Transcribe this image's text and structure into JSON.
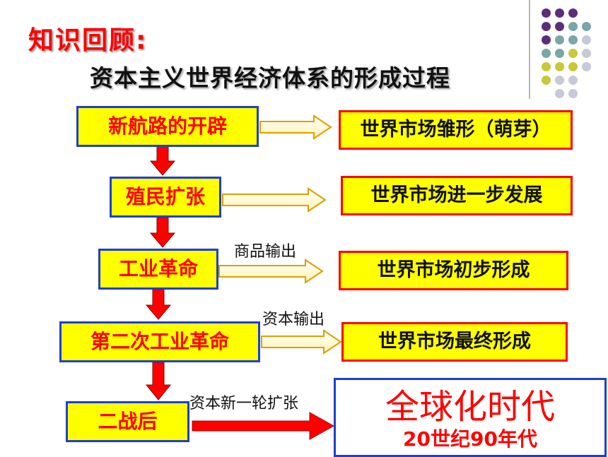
{
  "heading": "知识回顾:",
  "subtitle": "资本主义世界经济体系的形成过程",
  "left_steps": [
    "新航路的开辟",
    "殖民扩张",
    "工业革命",
    "第二次工业革命",
    "二战后"
  ],
  "right_stages": [
    "世界市场雏形（萌芽）",
    "世界市场进一步发展",
    "世界市场初步形成",
    "世界市场最终形成"
  ],
  "arrow_notes": [
    "商品输出",
    "资本输出",
    "资本新一轮扩张"
  ],
  "final_box": {
    "title": "全球化时代",
    "subtitle": "20世纪90年代"
  },
  "colors": {
    "box_fill": "#ffff00",
    "left_border": "#1e3fd1",
    "right_border": "#ff0000",
    "red_text": "#ff0000",
    "dot_purple": "#5b2d7a",
    "dot_teal": "#7aa6a6",
    "dot_olive": "#c8c83a",
    "dot_gray": "#c7c9d9"
  }
}
